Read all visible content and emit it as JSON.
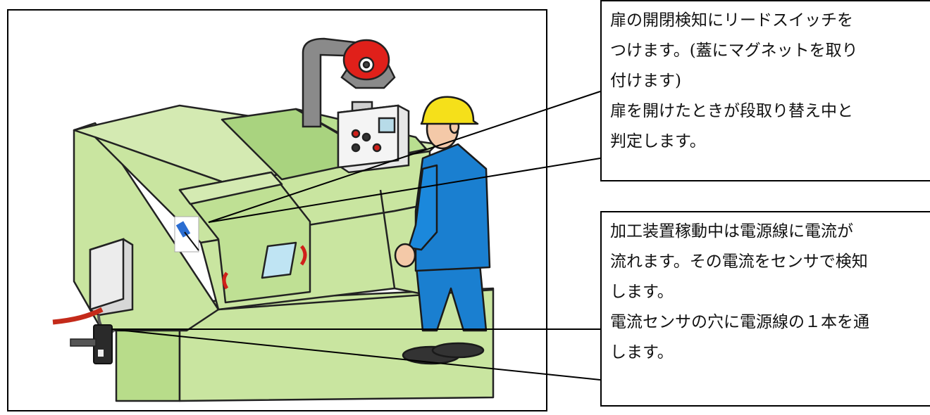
{
  "callouts": {
    "reed_switch": {
      "lines": [
        "扉の開閉検知にリードスイッチを",
        "つけます。(蓋にマグネットを取り",
        "付けます)",
        "扉を開けたときが段取り替え中と",
        "判定します。"
      ]
    },
    "current_sensor": {
      "lines": [
        "加工装置稼動中は電源線に電流が",
        "流れます。その電流をセンサで検知",
        "します。",
        "電流センサの穴に電源線の１本を通",
        "します。"
      ]
    }
  },
  "colors": {
    "machine_body": "#c9e5a0",
    "machine_panel": "#a9d37f",
    "worker_uniform": "#1a7fd0",
    "helmet": "#f5e01a",
    "signal_lamp": "#e0201a",
    "control_box": "#f1f1f1"
  }
}
